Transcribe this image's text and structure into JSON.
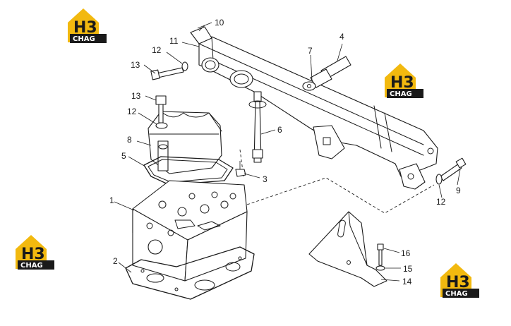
{
  "logo": {
    "brand_top": "H3",
    "brand_bottom": "CHAG",
    "colors": {
      "house": "#f2b90f",
      "text_bg": "#1a1a1a"
    }
  },
  "callouts": [
    {
      "id": "label-10",
      "text": "10"
    },
    {
      "id": "label-11",
      "text": "11"
    },
    {
      "id": "label-4",
      "text": "4"
    },
    {
      "id": "label-12-top",
      "text": "12"
    },
    {
      "id": "label-13-top",
      "text": "13"
    },
    {
      "id": "label-7",
      "text": "7"
    },
    {
      "id": "label-13-mid",
      "text": "13"
    },
    {
      "id": "label-12-mid",
      "text": "12"
    },
    {
      "id": "label-6",
      "text": "6"
    },
    {
      "id": "label-8",
      "text": "8"
    },
    {
      "id": "label-5",
      "text": "5"
    },
    {
      "id": "label-3",
      "text": "3"
    },
    {
      "id": "label-9",
      "text": "9"
    },
    {
      "id": "label-12-right",
      "text": "12"
    },
    {
      "id": "label-1",
      "text": "1"
    },
    {
      "id": "label-2",
      "text": "2"
    },
    {
      "id": "label-16",
      "text": "16"
    },
    {
      "id": "label-15",
      "text": "15"
    },
    {
      "id": "label-14",
      "text": "14"
    }
  ]
}
